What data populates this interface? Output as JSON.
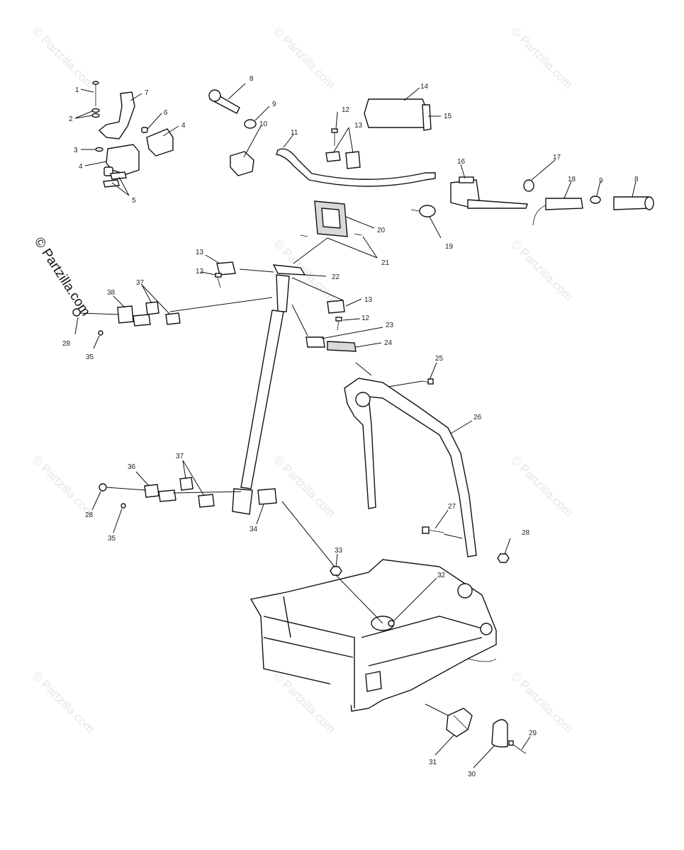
{
  "watermark": {
    "text": "© Partzilla.com",
    "side_text": "© Partzilla.com"
  },
  "callouts": [
    {
      "id": "c1",
      "text": "1"
    },
    {
      "id": "c2",
      "text": "2"
    },
    {
      "id": "c3",
      "text": "3"
    },
    {
      "id": "c4a",
      "text": "4"
    },
    {
      "id": "c4b",
      "text": "4"
    },
    {
      "id": "c5",
      "text": "5"
    },
    {
      "id": "c6",
      "text": "6"
    },
    {
      "id": "c7",
      "text": "7"
    },
    {
      "id": "c8a",
      "text": "8"
    },
    {
      "id": "c8b",
      "text": "8"
    },
    {
      "id": "c9a",
      "text": "9"
    },
    {
      "id": "c9b",
      "text": "9"
    },
    {
      "id": "c10",
      "text": "10"
    },
    {
      "id": "c11",
      "text": "11"
    },
    {
      "id": "c12a",
      "text": "12"
    },
    {
      "id": "c12b",
      "text": "12"
    },
    {
      "id": "c12c",
      "text": "12"
    },
    {
      "id": "c13a",
      "text": "13"
    },
    {
      "id": "c13b",
      "text": "13"
    },
    {
      "id": "c13c",
      "text": "13"
    },
    {
      "id": "c14",
      "text": "14"
    },
    {
      "id": "c15",
      "text": "15"
    },
    {
      "id": "c16",
      "text": "16"
    },
    {
      "id": "c17",
      "text": "17"
    },
    {
      "id": "c18",
      "text": "18"
    },
    {
      "id": "c19",
      "text": "19"
    },
    {
      "id": "c20",
      "text": "20"
    },
    {
      "id": "c21",
      "text": "21"
    },
    {
      "id": "c22",
      "text": "22"
    },
    {
      "id": "c23",
      "text": "23"
    },
    {
      "id": "c24",
      "text": "24"
    },
    {
      "id": "c25",
      "text": "25"
    },
    {
      "id": "c26",
      "text": "26"
    },
    {
      "id": "c27",
      "text": "27"
    },
    {
      "id": "c28a",
      "text": "28"
    },
    {
      "id": "c28b",
      "text": "28"
    },
    {
      "id": "c28c",
      "text": "28"
    },
    {
      "id": "c29",
      "text": "29"
    },
    {
      "id": "c30",
      "text": "30"
    },
    {
      "id": "c31",
      "text": "31"
    },
    {
      "id": "c32",
      "text": "32"
    },
    {
      "id": "c33",
      "text": "33"
    },
    {
      "id": "c34",
      "text": "34"
    },
    {
      "id": "c35a",
      "text": "35"
    },
    {
      "id": "c35b",
      "text": "35"
    },
    {
      "id": "c36",
      "text": "36"
    },
    {
      "id": "c37a",
      "text": "37"
    },
    {
      "id": "c37b",
      "text": "37"
    },
    {
      "id": "c38",
      "text": "38"
    }
  ]
}
